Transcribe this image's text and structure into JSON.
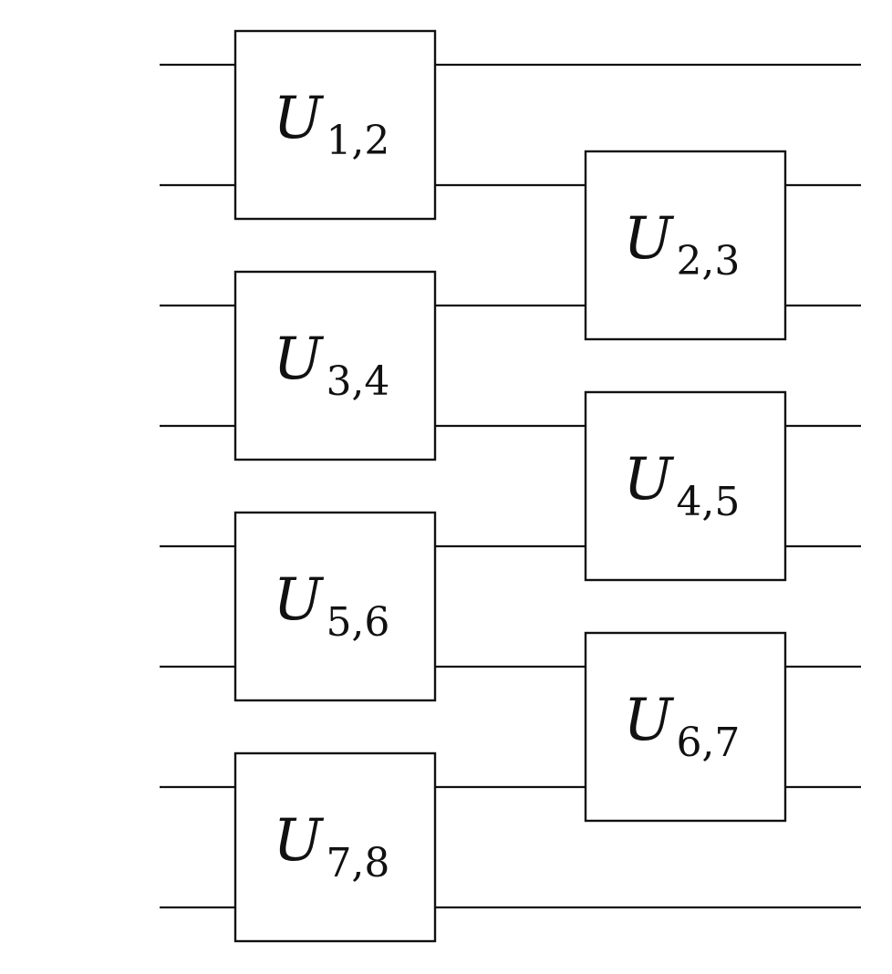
{
  "diagram": {
    "type": "quantum-circuit",
    "description": "Brick-wall circuit of two-qubit unitaries on 8 wires",
    "num_wires": 8,
    "wires": [
      1,
      2,
      3,
      4,
      5,
      6,
      7,
      8
    ],
    "layers": [
      {
        "name": "layer-1",
        "gates": [
          {
            "symbol": "U",
            "subscript": "1,2",
            "wires": [
              1,
              2
            ]
          },
          {
            "symbol": "U",
            "subscript": "3,4",
            "wires": [
              3,
              4
            ]
          },
          {
            "symbol": "U",
            "subscript": "5,6",
            "wires": [
              5,
              6
            ]
          },
          {
            "symbol": "U",
            "subscript": "7,8",
            "wires": [
              7,
              8
            ]
          }
        ]
      },
      {
        "name": "layer-2",
        "gates": [
          {
            "symbol": "U",
            "subscript": "2,3",
            "wires": [
              2,
              3
            ]
          },
          {
            "symbol": "U",
            "subscript": "4,5",
            "wires": [
              4,
              5
            ]
          },
          {
            "symbol": "U",
            "subscript": "6,7",
            "wires": [
              6,
              7
            ]
          }
        ]
      }
    ],
    "colors": {
      "line": "#111111",
      "background": "#ffffff"
    }
  }
}
